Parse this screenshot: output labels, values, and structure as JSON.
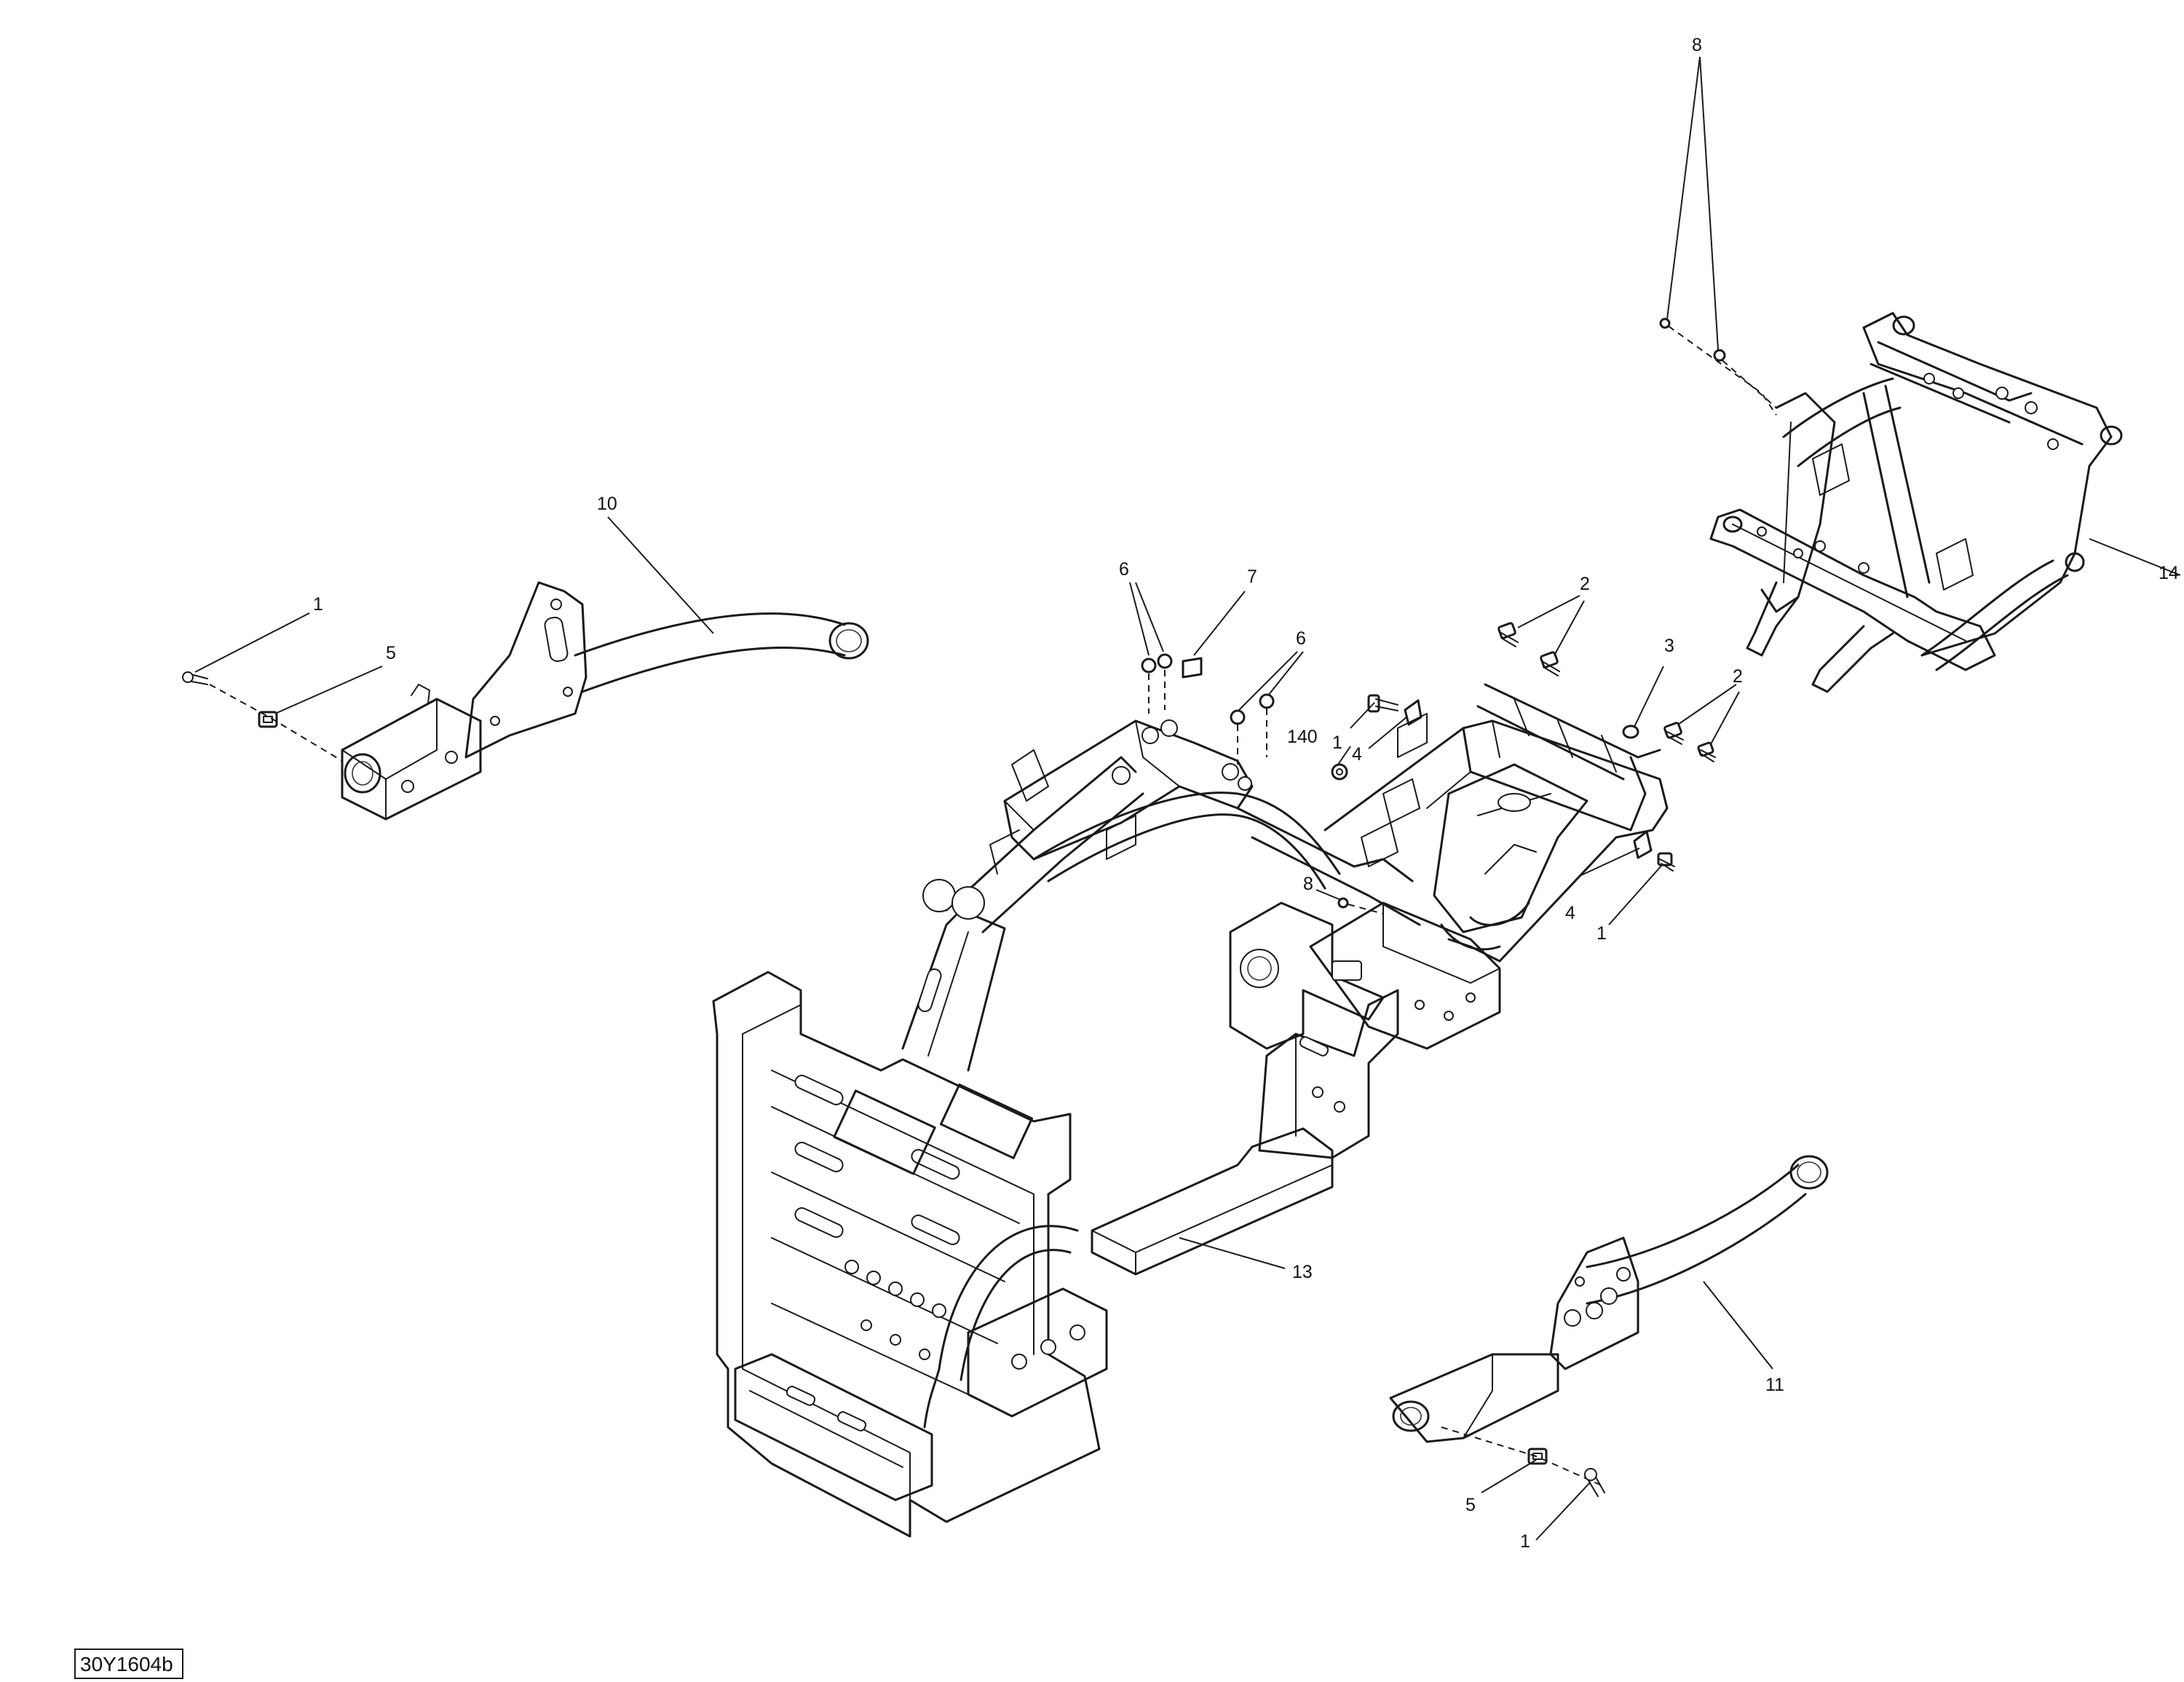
{
  "figure_code": "30Y1604b",
  "callouts": {
    "c_10": "10",
    "c_1_left": "1",
    "c_5_left": "5",
    "c_6_top": "6",
    "c_7": "7",
    "c_6_mid": "6",
    "c_140": "140",
    "c_1_mid": "1",
    "c_4_mid": "4",
    "c_2_upper": "2",
    "c_3": "3",
    "c_2_right": "2",
    "c_8_top": "8",
    "c_14": "14",
    "c_8_center": "8",
    "c_4_right": "4",
    "c_1_right": "1",
    "c_13": "13",
    "c_11": "11",
    "c_5_bottom": "5",
    "c_1_bottom": "1"
  }
}
